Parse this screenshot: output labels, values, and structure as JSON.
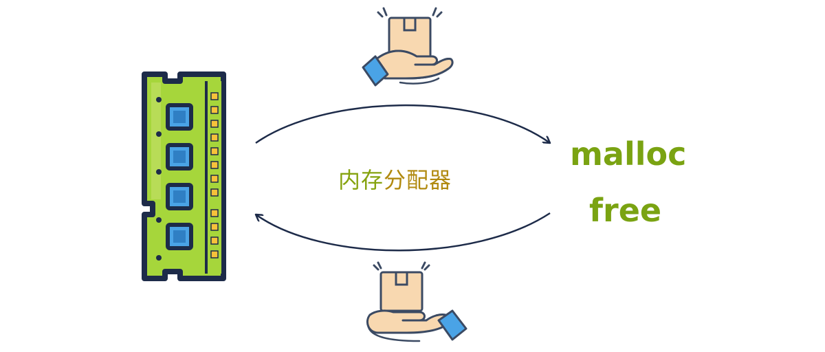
{
  "diagram": {
    "center_label_part1": "内存",
    "center_label_part2": "分配器",
    "malloc_label": "malloc",
    "free_label": "free"
  },
  "colors": {
    "memory_stick_fill": "#a6d63b",
    "memory_stick_outline": "#1d2b49",
    "chip_fill": "#4aa3e6",
    "pins": "#f6c23a",
    "package": "#f8d8b0",
    "sleeve": "#4aa3e6",
    "arrow": "#1d2b49",
    "label_green": "#7aa312",
    "label_gold": "#b18a10"
  },
  "icons": [
    "memory-stick-icon",
    "hand-giving-package-icon",
    "hand-receiving-package-icon"
  ]
}
